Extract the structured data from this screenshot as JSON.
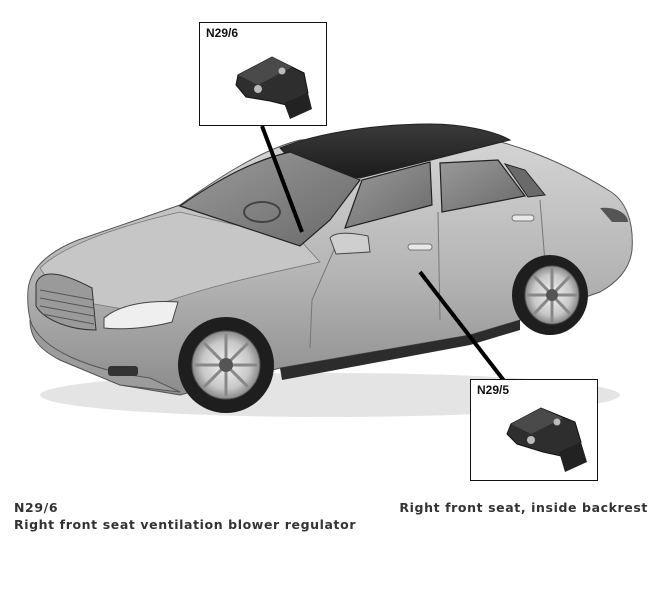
{
  "callouts": {
    "top": {
      "code": "N29/6"
    },
    "bottom": {
      "code": "N29/5"
    }
  },
  "legend": {
    "code": "N29/6",
    "description": "Right front seat ventilation blower regulator",
    "location": "Right front seat, inside backrest"
  },
  "colors": {
    "car_body": "#b8b8b8",
    "glass": "#5a5a5a",
    "leader_line": "#000000",
    "component": "#3a3a3a"
  },
  "icons": [
    "sedan-car-illustration",
    "connector-module-icon"
  ]
}
